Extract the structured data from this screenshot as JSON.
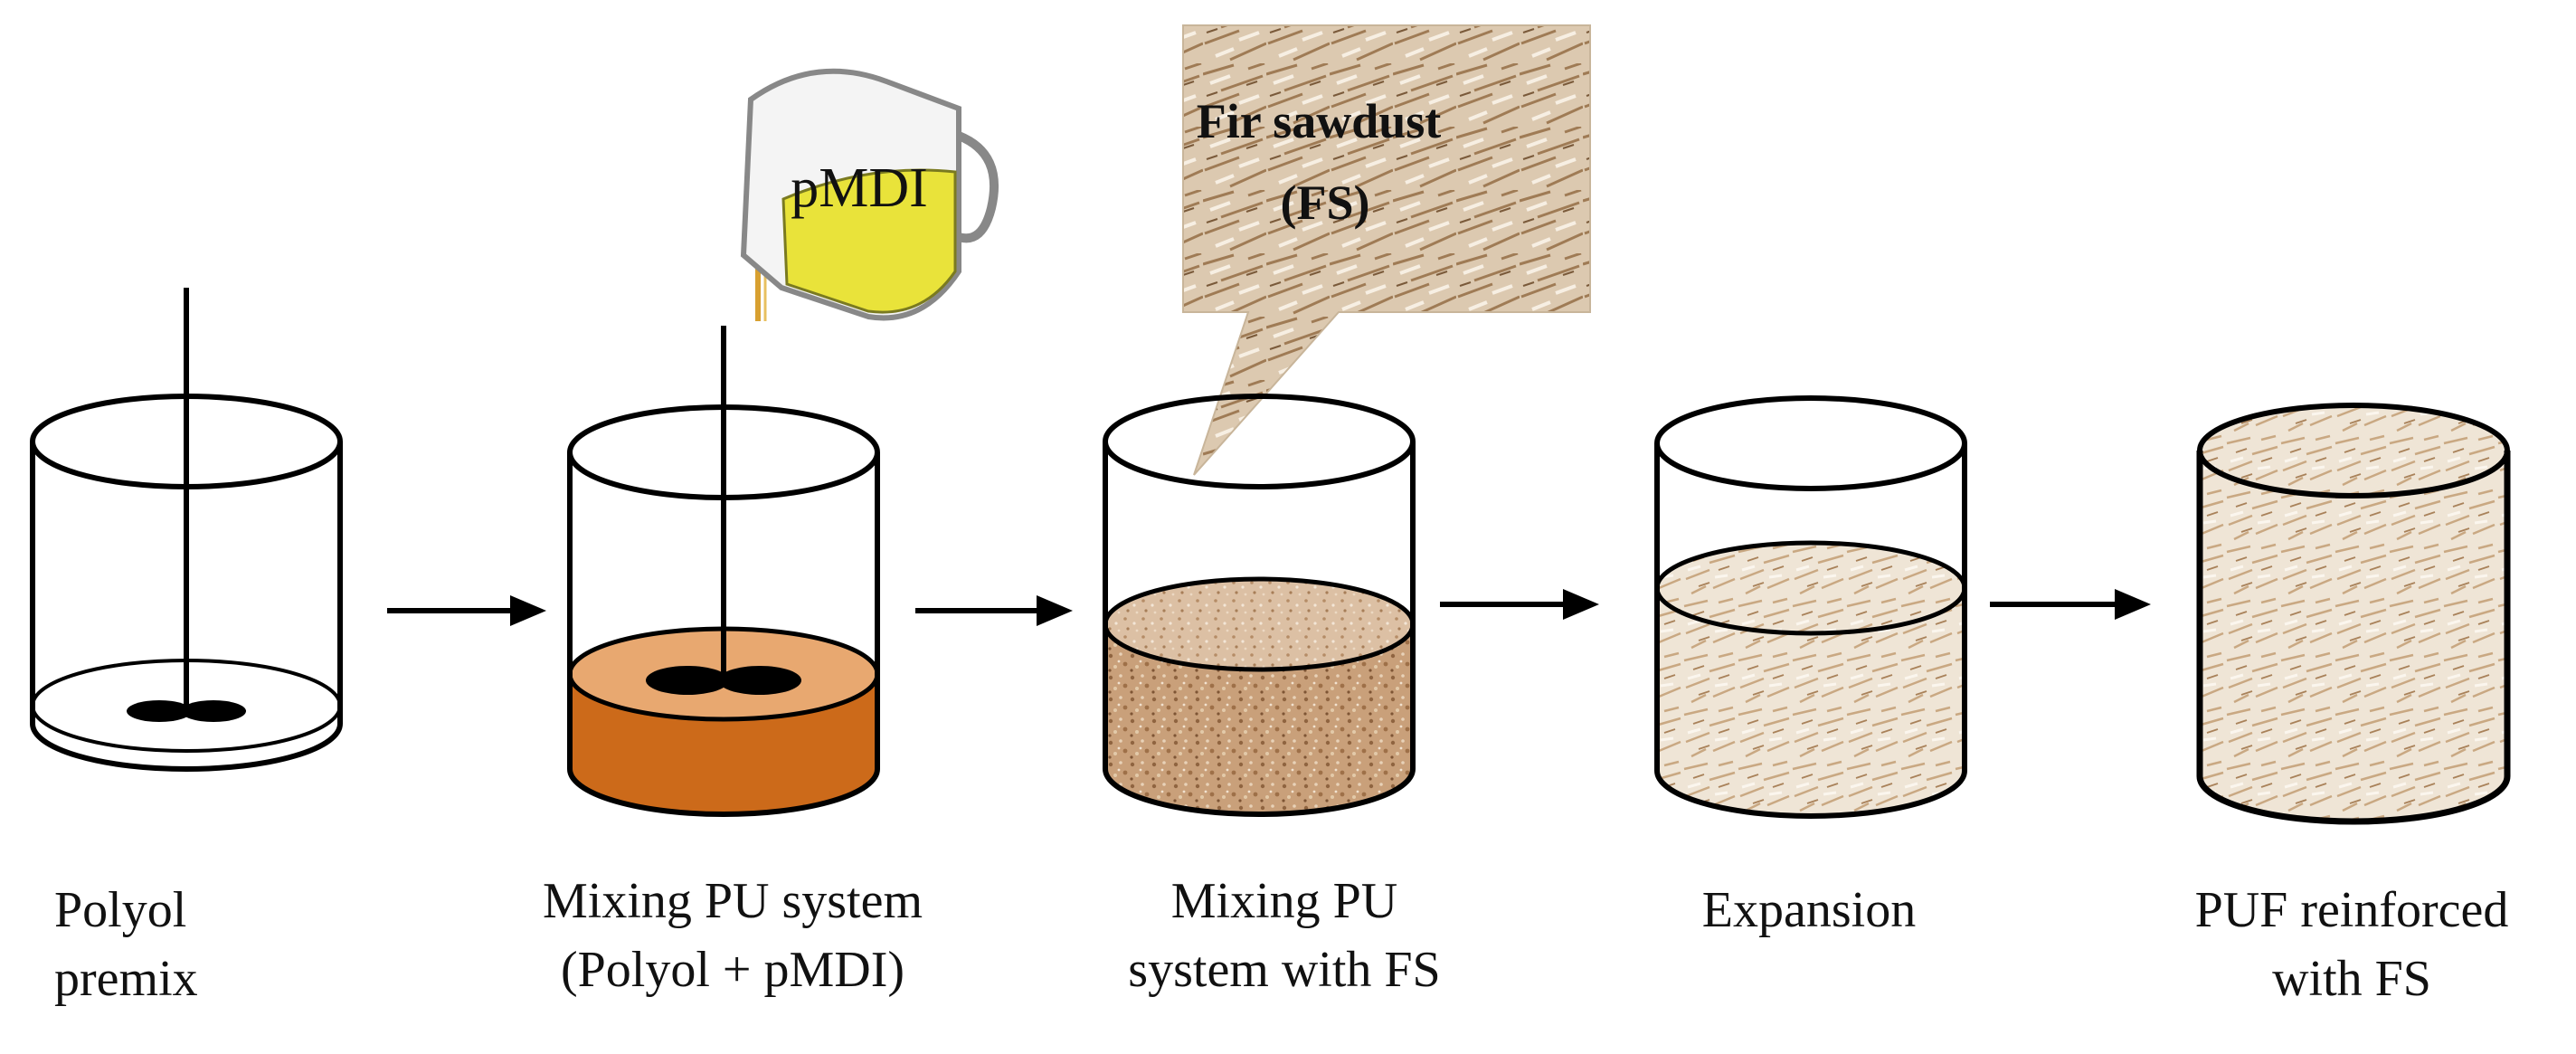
{
  "steps": [
    {
      "line1": "Polyol",
      "line2": "premix"
    },
    {
      "line1": "Mixing PU system",
      "line2": "(Polyol + pMDI)"
    },
    {
      "line1": "Mixing PU",
      "line2": "system with FS"
    },
    {
      "line1": "Expansion",
      "line2": ""
    },
    {
      "line1": "PUF reinforced",
      "line2": "with FS"
    }
  ],
  "beaker": {
    "label": "pMDI"
  },
  "callout": {
    "line1": "Fir sawdust",
    "line2": "(FS)"
  },
  "colors": {
    "stroke": "#000000",
    "polyol_liquid": "#cc6a1a",
    "polyol_top": "#e8a870",
    "pmdi_yellow": "#e9e33a",
    "sawdust_mix": "#c9a07a",
    "sawdust_light": "#efe4d3",
    "sawdust_callout": "#d8c6ae"
  }
}
